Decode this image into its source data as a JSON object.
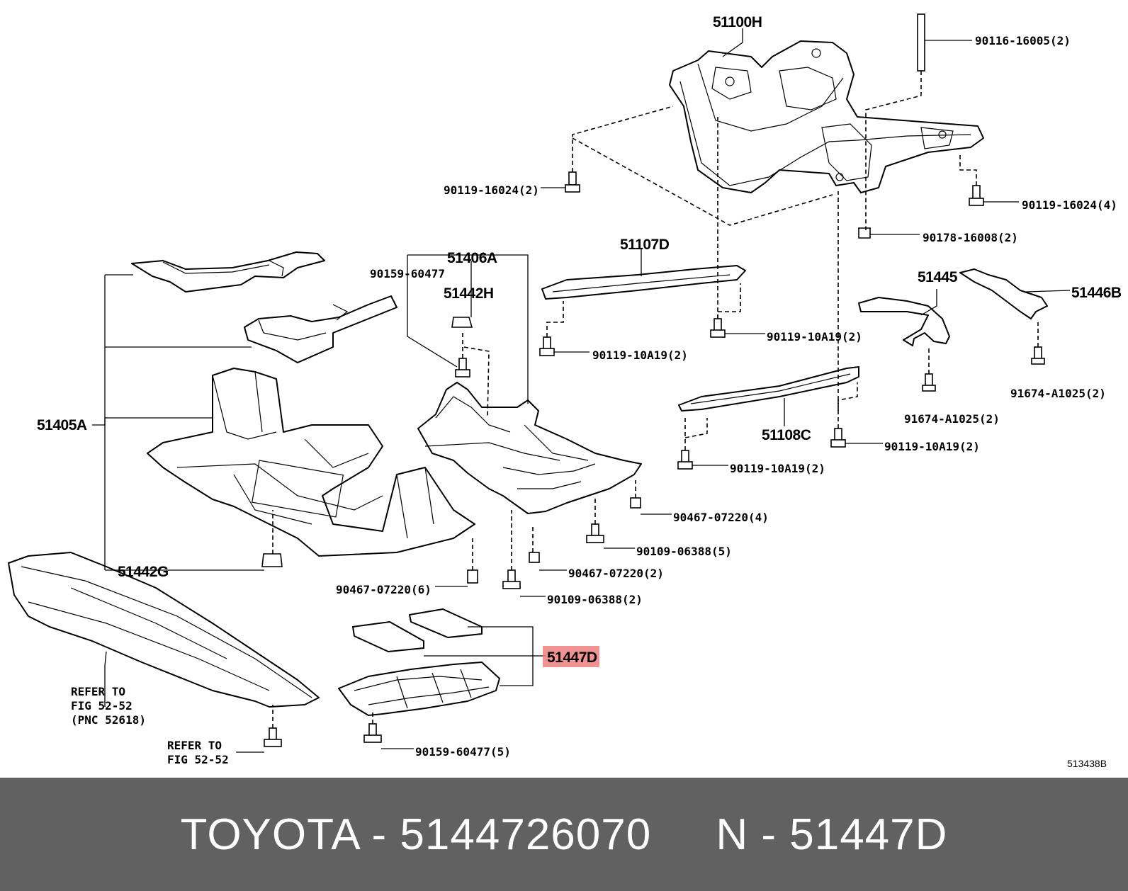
{
  "diagram": {
    "labels": {
      "l_51100H": "51100H",
      "l_90116_16005": "90116-16005(2)",
      "l_90119_16024_2": "90119-16024(2)",
      "l_90119_16024_4": "90119-16024(4)",
      "l_90178_16008": "90178-16008(2)",
      "l_51406A": "51406A",
      "l_90159_60477": "90159-60477",
      "l_51442H": "51442H",
      "l_51107D": "51107D",
      "l_90119_10A19_a": "90119-10A19(2)",
      "l_90119_10A19_b": "90119-10A19(2)",
      "l_90119_10A19_c": "90119-10A19(2)",
      "l_90119_10A19_d": "90119-10A19(2)",
      "l_51445": "51445",
      "l_51446B": "51446B",
      "l_91674_a": "91674-A1025(2)",
      "l_91674_b": "91674-A1025(2)",
      "l_51108C": "51108C",
      "l_51405A": "51405A",
      "l_90467_07220_4": "90467-07220(4)",
      "l_90109_06388_5": "90109-06388(5)",
      "l_90467_07220_2": "90467-07220(2)",
      "l_51442G": "51442G",
      "l_90467_07220_6": "90467-07220(6)",
      "l_90109_06388_2": "90109-06388(2)",
      "l_51447D": "51447D",
      "l_refer1_a": "REFER TO",
      "l_refer1_b": "FIG 52-52",
      "l_refer1_c": "(PNC 52618)",
      "l_refer2_a": "REFER TO",
      "l_refer2_b": "FIG 52-52",
      "l_90159_60477_5": "90159-60477(5)",
      "l_ref_code": "513438B"
    },
    "highlight_color": "#f08080"
  },
  "footer": {
    "text": "TOYOTA - 5144726070     N - 51447D",
    "background": "#616161",
    "color": "#ffffff"
  }
}
